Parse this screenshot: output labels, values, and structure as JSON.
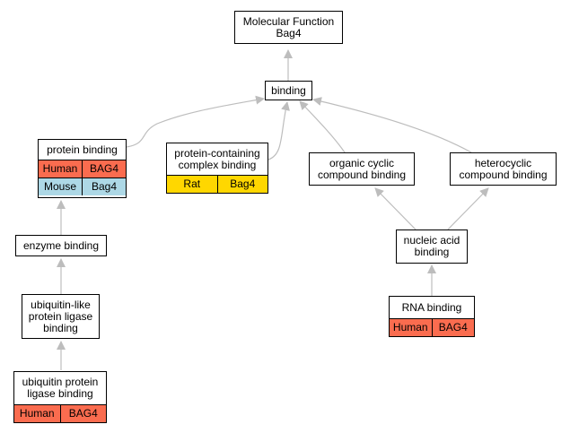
{
  "colors": {
    "human": "#fa6c4f",
    "mouse": "#add8e6",
    "rat": "#ffd700",
    "edge": "#bdbdbd"
  },
  "nodes": {
    "molecular_function": {
      "title": "Molecular Function\nBag4"
    },
    "binding": {
      "title": "binding"
    },
    "protein_binding": {
      "title": "protein binding",
      "annotations": [
        {
          "species": "Human",
          "gene": "BAG4"
        },
        {
          "species": "Mouse",
          "gene": "Bag4"
        }
      ]
    },
    "protein_containing_complex_binding": {
      "title": "protein-containing\ncomplex binding",
      "annotations": [
        {
          "species": "Rat",
          "gene": "Bag4"
        }
      ]
    },
    "organic_cyclic_compound_binding": {
      "title": "organic cyclic\ncompound binding"
    },
    "heterocyclic_compound_binding": {
      "title": "heterocyclic\ncompound binding"
    },
    "enzyme_binding": {
      "title": "enzyme binding"
    },
    "nucleic_acid_binding": {
      "title": "nucleic acid\nbinding"
    },
    "ubiquitin_like_protein_ligase_binding": {
      "title": "ubiquitin-like\nprotein ligase\nbinding"
    },
    "rna_binding": {
      "title": "RNA binding",
      "annotations": [
        {
          "species": "Human",
          "gene": "BAG4"
        }
      ]
    },
    "ubiquitin_protein_ligase_binding": {
      "title": "ubiquitin protein\nligase binding",
      "annotations": [
        {
          "species": "Human",
          "gene": "BAG4"
        }
      ]
    }
  }
}
